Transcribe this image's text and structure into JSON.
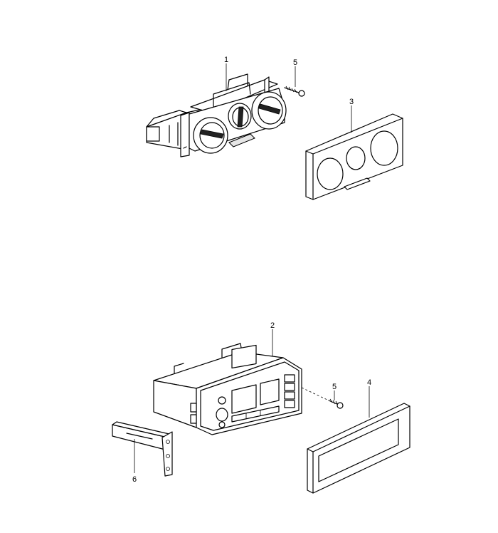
{
  "callouts": {
    "c1": "1",
    "c2": "2",
    "c3": "3",
    "c4": "4",
    "c5a": "5",
    "c5b": "5",
    "c6": "6"
  }
}
